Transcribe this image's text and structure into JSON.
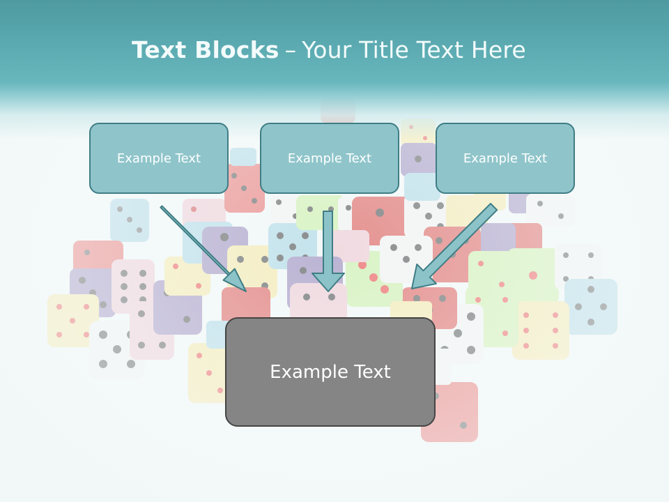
{
  "title": {
    "bold": "Text Blocks",
    "dash": "–",
    "rest": "Your Title Text Here"
  },
  "boxes": [
    {
      "label": "Example Text"
    },
    {
      "label": "Example Text"
    },
    {
      "label": "Example Text"
    }
  ],
  "main_box": {
    "label": "Example Text"
  },
  "colors": {
    "header": "#5aa9b0",
    "box_fill": "#8fc5ca",
    "box_border": "#3f7d85",
    "arrow_fill": "#8cc3c8",
    "main_fill": "#858585",
    "main_border": "#444444"
  }
}
